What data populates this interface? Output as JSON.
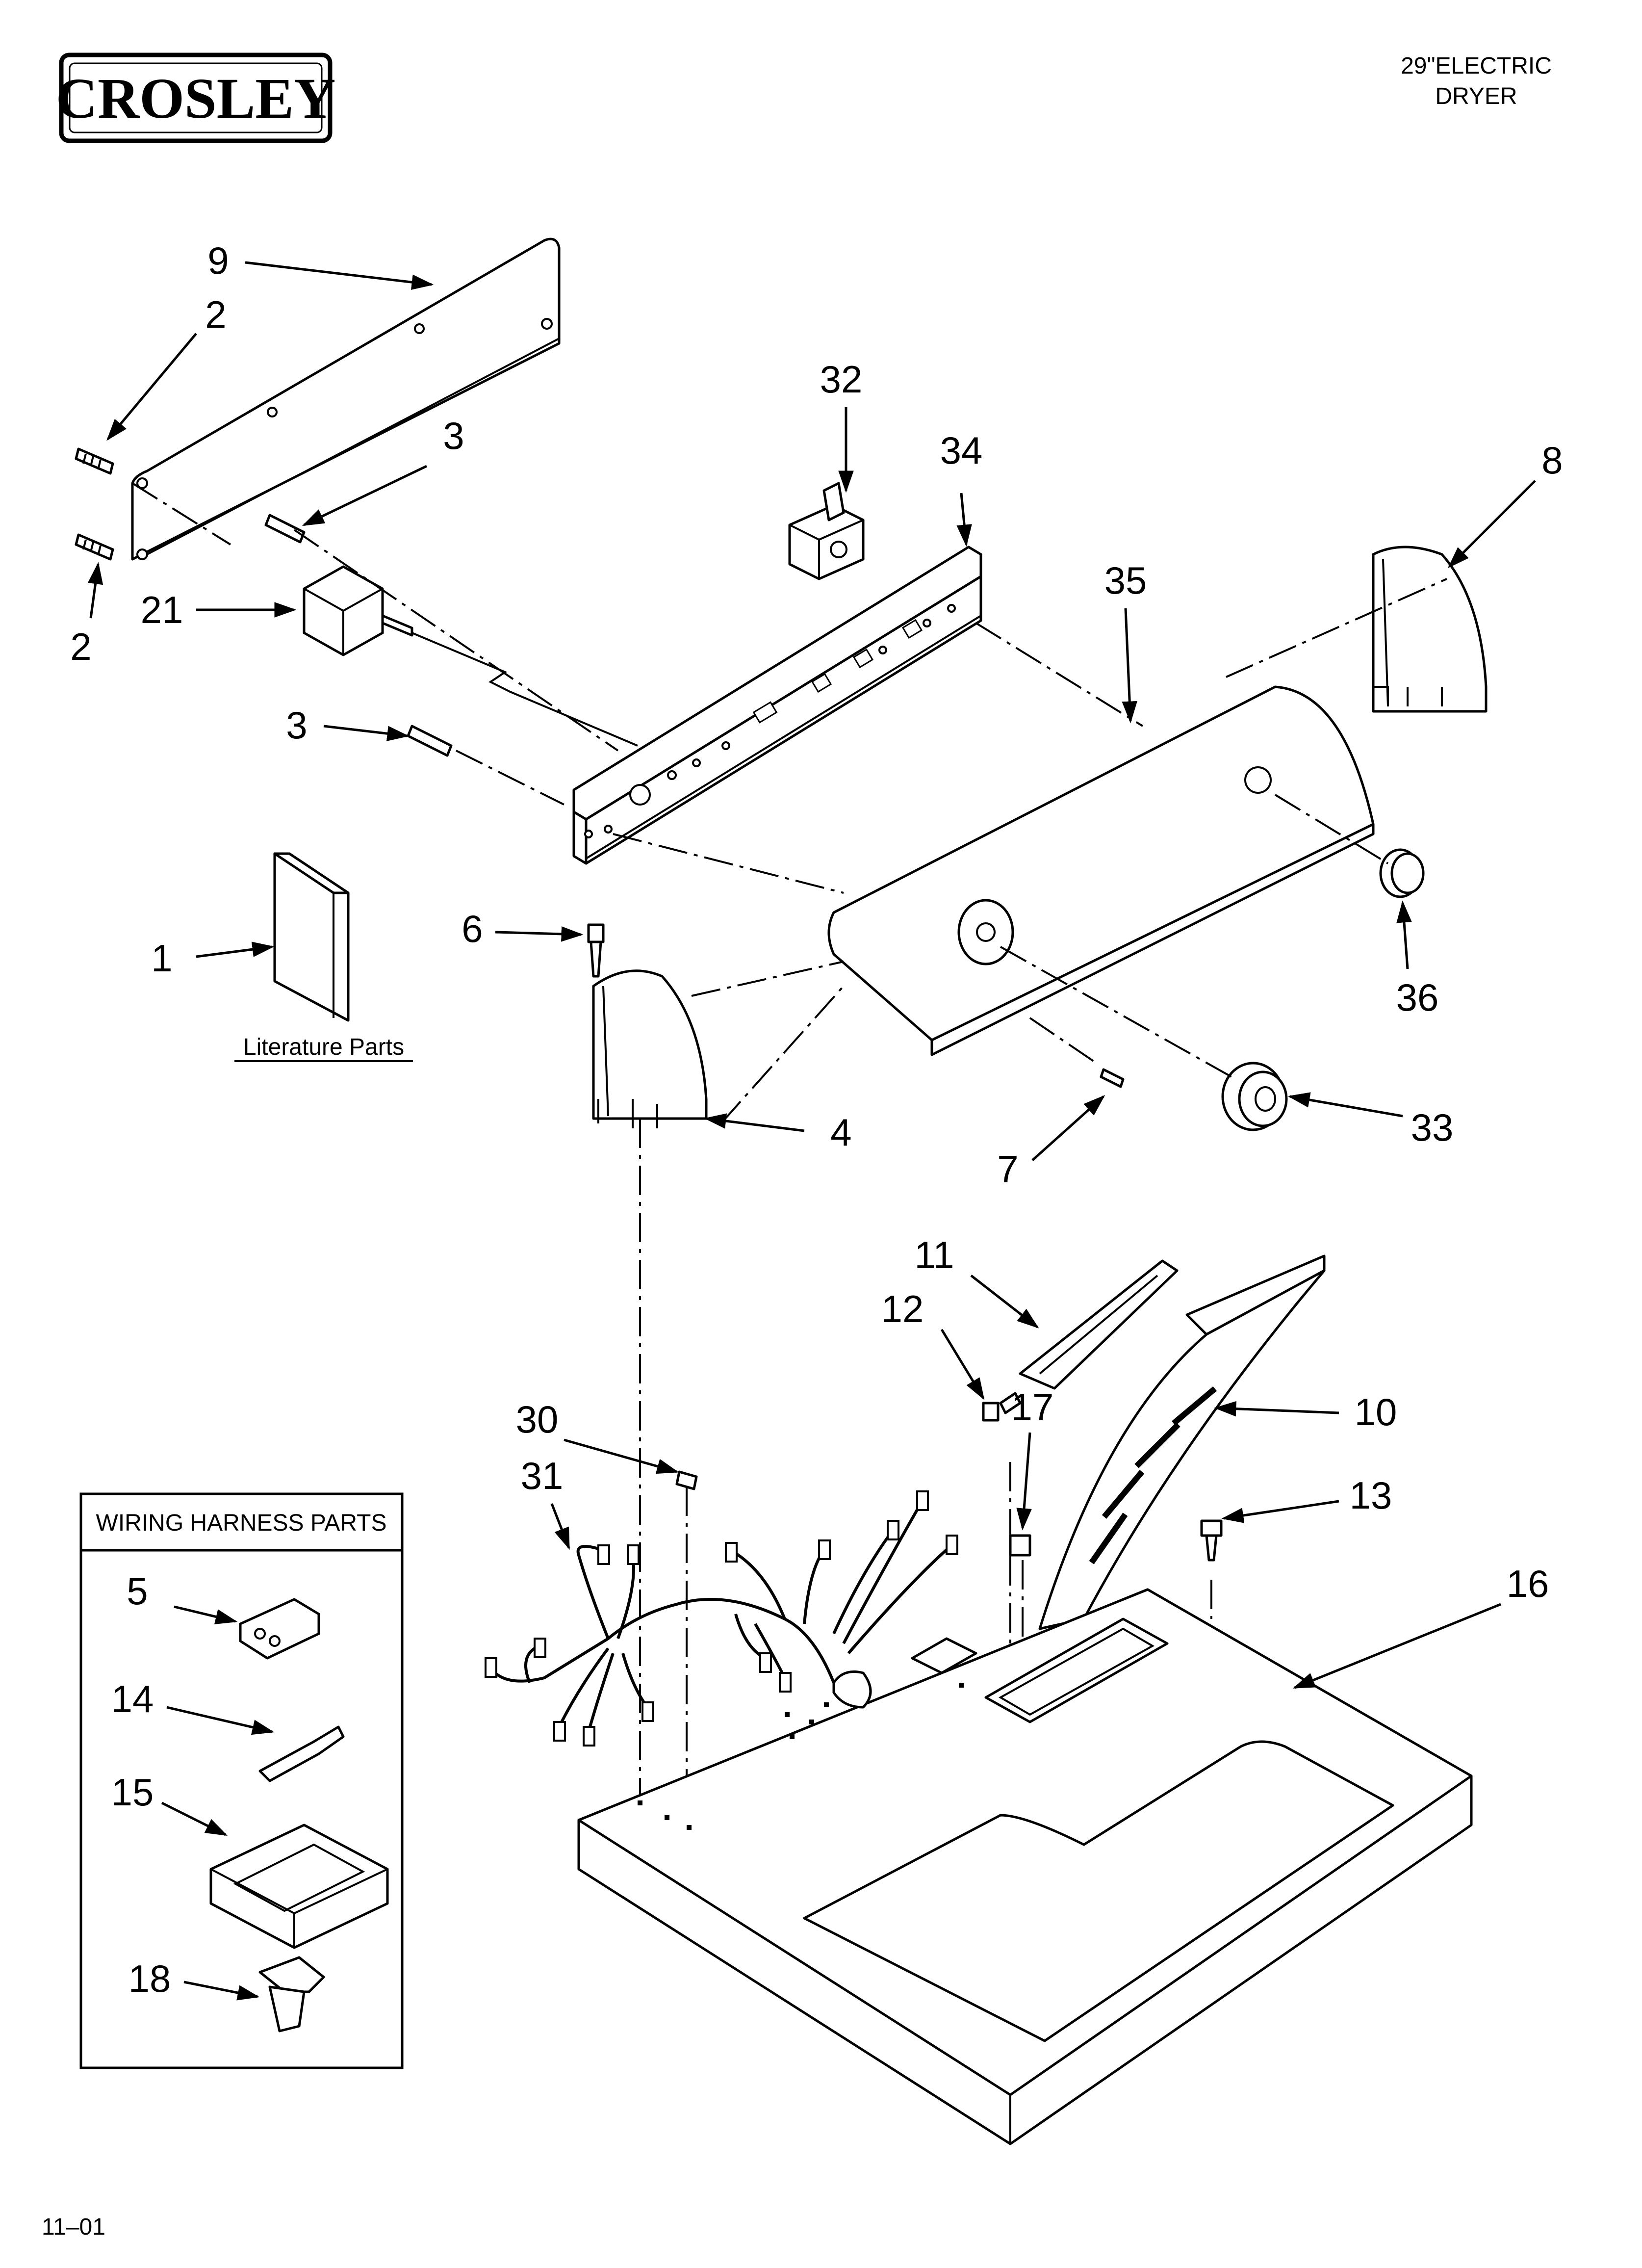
{
  "header": {
    "brand": "CROSLEY",
    "model_line1": "29\"ELECTRIC",
    "model_line2": "DRYER"
  },
  "footer": {
    "date_code": "11–01"
  },
  "labels": {
    "literature": "Literature Parts",
    "wiring_box_title": "WIRING HARNESS PARTS"
  },
  "callouts": {
    "c1": "1",
    "c2a": "2",
    "c2b": "2",
    "c3a": "3",
    "c3b": "3",
    "c4": "4",
    "c5": "5",
    "c6": "6",
    "c7": "7",
    "c8": "8",
    "c9": "9",
    "c10": "10",
    "c11": "11",
    "c12": "12",
    "c13": "13",
    "c14": "14",
    "c15": "15",
    "c16": "16",
    "c17": "17",
    "c18": "18",
    "c21": "21",
    "c30": "30",
    "c31": "31",
    "c32": "32",
    "c33": "33",
    "c34": "34",
    "c35": "35",
    "c36": "36"
  }
}
